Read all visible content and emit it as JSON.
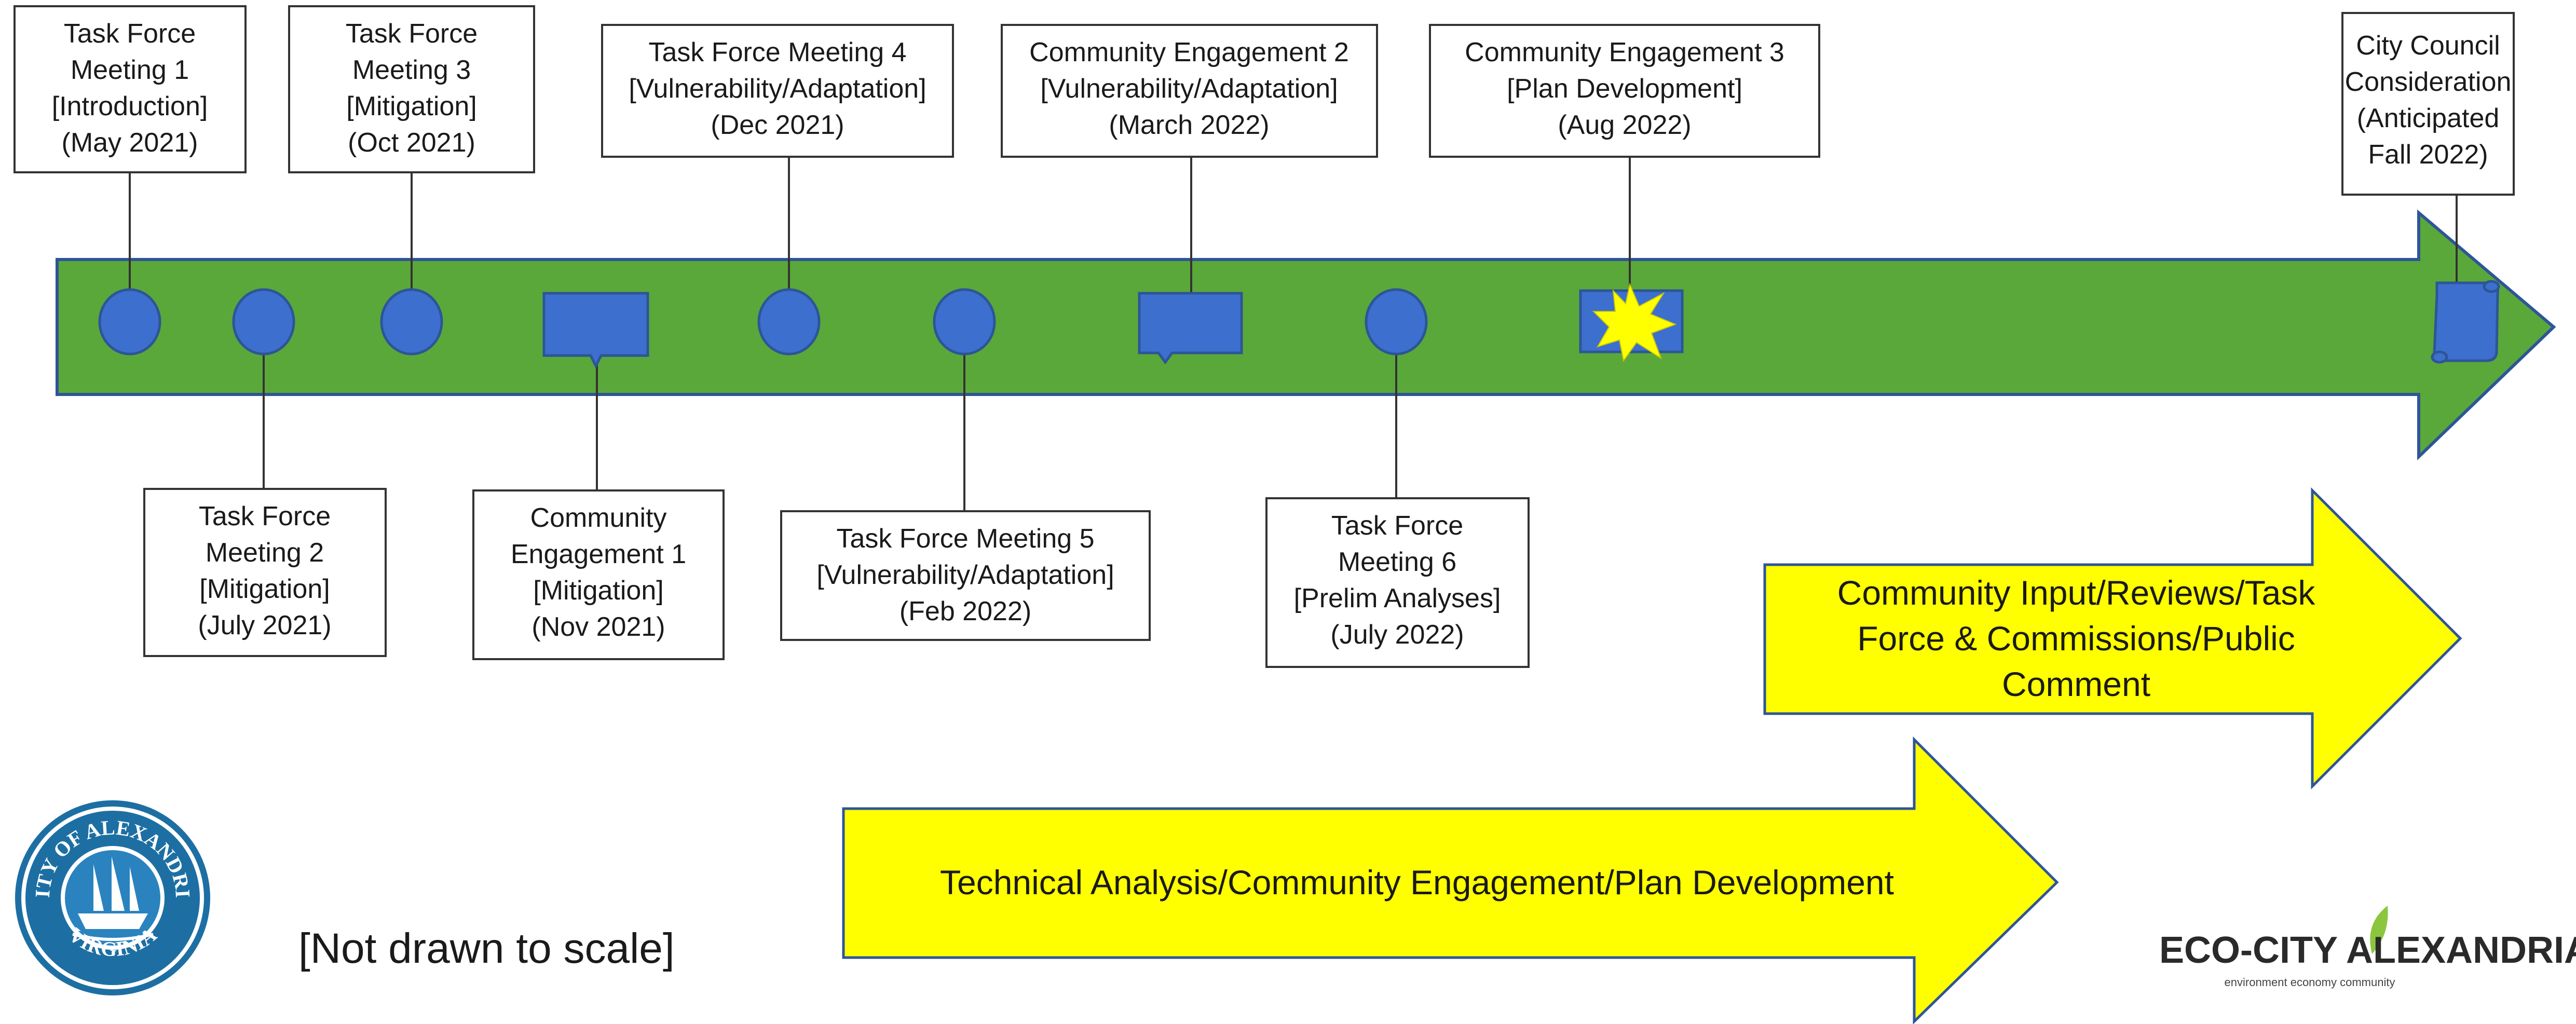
{
  "timeline": {
    "milestones_top": [
      {
        "lines": [
          "Task Force",
          "Meeting 1",
          "[Introduction]",
          "(May 2021)"
        ],
        "marker": "circle"
      },
      {
        "lines": [
          "Task Force",
          "Meeting 3",
          "[Mitigation]",
          "(Oct 2021)"
        ],
        "marker": "circle"
      },
      {
        "lines": [
          "Task Force Meeting 4",
          "[Vulnerability/Adaptation]",
          "(Dec 2021)"
        ],
        "marker": "circle"
      },
      {
        "lines": [
          "Community Engagement 2",
          "[Vulnerability/Adaptation]",
          "(March 2022)"
        ],
        "marker": "callout"
      },
      {
        "lines": [
          "Community Engagement 3",
          "[Plan Development]",
          "(Aug 2022)"
        ],
        "marker": "burst"
      },
      {
        "lines": [
          "City Council",
          "Consideration",
          "(Anticipated",
          "Fall 2022)"
        ],
        "marker": "scroll"
      }
    ],
    "milestones_bottom": [
      {
        "lines": [
          "Task Force",
          "Meeting 2",
          "[Mitigation]",
          "(July 2021)"
        ],
        "marker": "circle"
      },
      {
        "lines": [
          "Community",
          "Engagement 1",
          "[Mitigation]",
          "(Nov 2021)"
        ],
        "marker": "callout"
      },
      {
        "lines": [
          "Task Force Meeting 5",
          "[Vulnerability/Adaptation]",
          "(Feb 2022)"
        ],
        "marker": "circle"
      },
      {
        "lines": [
          "Task Force",
          "Meeting 6",
          "[Prelim Analyses]",
          "(July 2022)"
        ],
        "marker": "circle"
      }
    ]
  },
  "phases": {
    "community_input": [
      "Community Input/Reviews/Task",
      "Force & Commissions/Public",
      "Comment"
    ],
    "technical": "Technical Analysis/Community Engagement/Plan Development"
  },
  "note": "[Not drawn to scale]",
  "logos": {
    "city_seal_text": [
      "CITY OF ALEXANDRIA",
      "VIRGINIA"
    ],
    "eco_city_name": "ECO-CITY ALEXANDRIA",
    "eco_city_tagline": "environment economy community"
  },
  "colors": {
    "timeline_arrow": "#5aa83a",
    "marker": "#3d6fcf",
    "phase_arrow": "#ffff00",
    "burst": "#ffff00"
  }
}
